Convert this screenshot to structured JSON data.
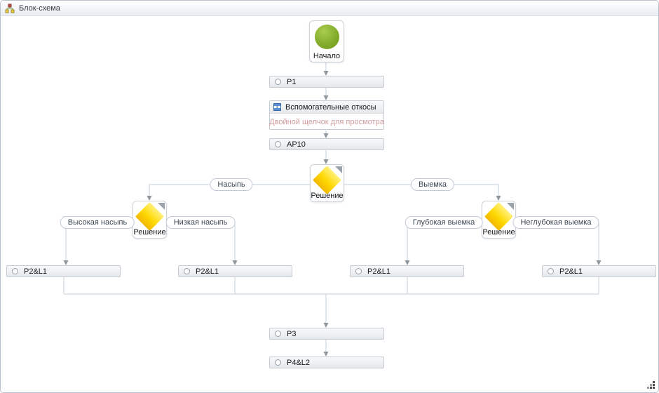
{
  "header": {
    "title": "Блок-схема",
    "icon": "flowchart-icon"
  },
  "nodes": {
    "start_label": "Начало",
    "p1_label": "P1",
    "subprocess_title": "Вспомогательные откосы",
    "subprocess_hint": "Двойной щелчок для просмотра",
    "ap10_label": "AP10",
    "decision_labels": [
      "Решение",
      "Решение",
      "Решение"
    ],
    "p2l1_labels": [
      "P2&L1",
      "P2&L1",
      "P2&L1",
      "P2&L1"
    ],
    "p3_label": "P3",
    "p4l2_label": "P4&L2"
  },
  "edge_labels": {
    "main_left": "Насыпь",
    "main_right": "Выемка",
    "left_branch_left": "Высокая насыпь",
    "left_branch_right": "Низкая насыпь",
    "right_branch_left": "Глубокая выемка",
    "right_branch_right": "Неглубокая выемка"
  },
  "colors": {
    "start_node_fill": "#7ca32a",
    "decision_node_fill": "#ffd400",
    "connector_line": "#c6cfd9",
    "arrowhead": "#8e969e",
    "box_border": "#c6ccd3",
    "box_fill_gradient_top": "#f7f8f9",
    "box_fill_gradient_bottom": "#e5e8eb",
    "hint_text": "#d09c9c"
  }
}
